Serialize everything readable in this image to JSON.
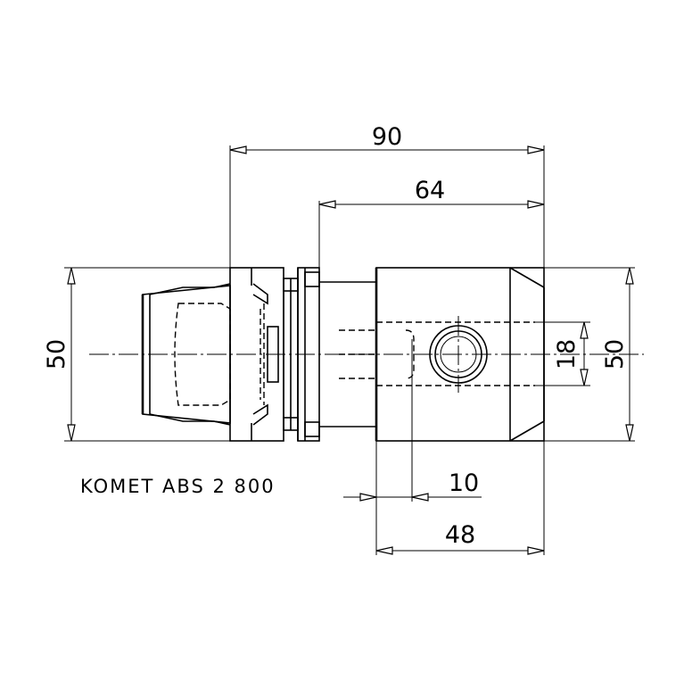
{
  "dimensions": {
    "overall_length": "90",
    "body_length": "64",
    "left_height": "50",
    "right_height": "50",
    "bore_diameter": "18",
    "offset": "10",
    "block_width": "48"
  },
  "part_code": "KOMET ABS 2 800"
}
